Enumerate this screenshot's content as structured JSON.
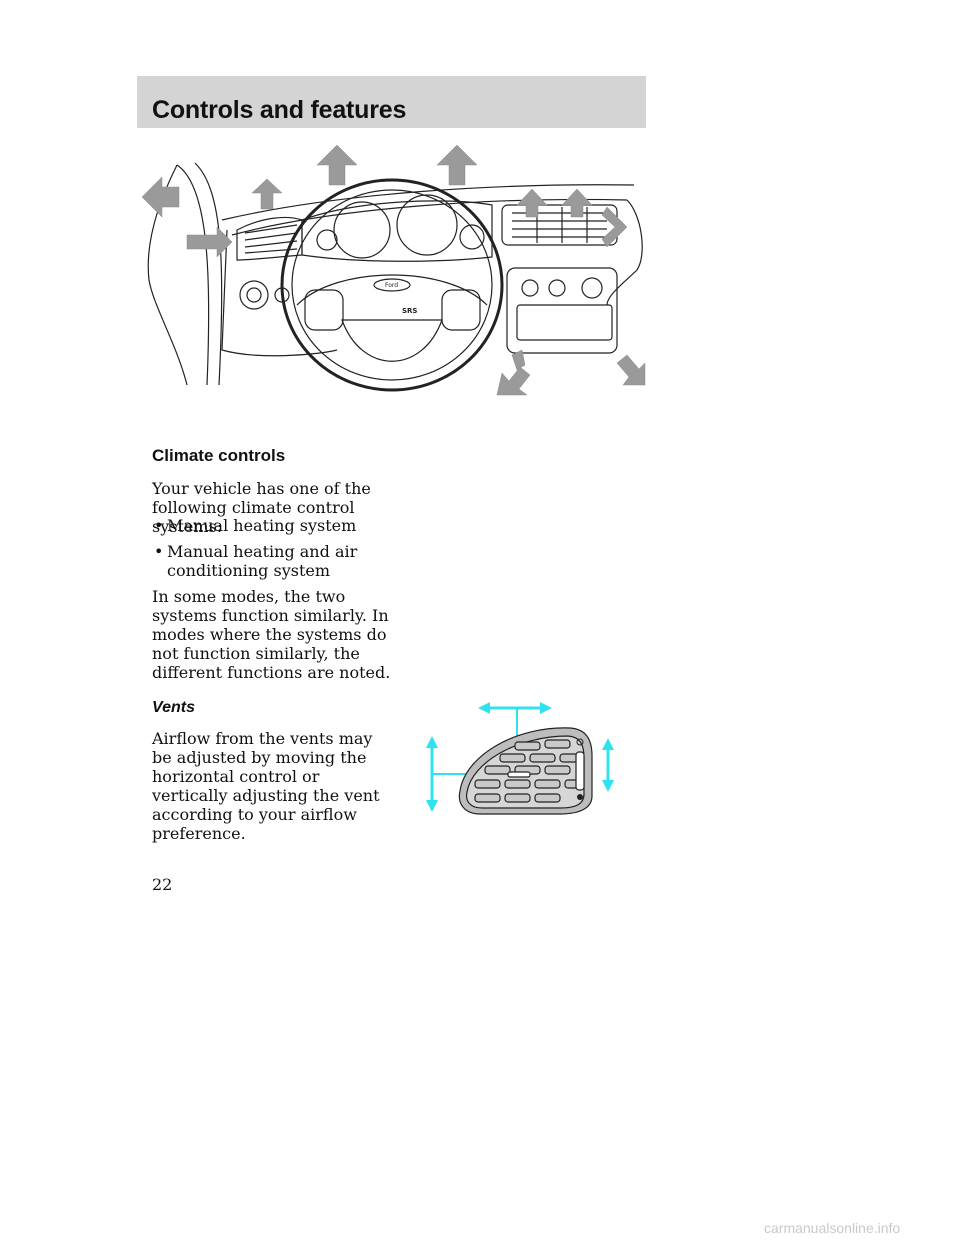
{
  "header": {
    "title": "Controls and features"
  },
  "figure_dashboard": {
    "icons": [
      "airflow-arrow-icon",
      "steering-wheel-icon",
      "ford-logo-icon",
      "srb-airbag-label-icon"
    ],
    "labels": {
      "logo": "Ford",
      "airbag": "SRS"
    }
  },
  "section": {
    "heading": "Climate controls",
    "intro": "Your vehicle has one of the following climate control systems:",
    "bullets": [
      "Manual heating system",
      "Manual heating and air conditioning system"
    ],
    "bullet_glyph": "•",
    "paragraph": "In some modes, the two systems function similarly. In modes where the systems do not function similarly, the different functions are noted."
  },
  "vents": {
    "heading": "Vents",
    "text": "Airflow from the vents may be adjusted by moving the horizontal control or vertically adjusting the vent according to your airflow preference.",
    "arrow_color": "#2fe3ee"
  },
  "footer": {
    "page_number": "22",
    "watermark": "carmanualsonline.info"
  }
}
